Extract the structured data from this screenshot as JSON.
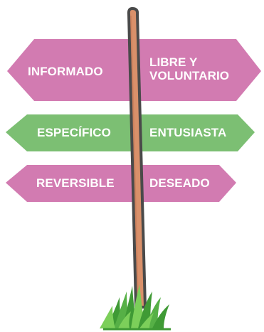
{
  "signs": [
    {
      "name": "sign-top",
      "color": "#d27bb1",
      "left_text": "INFORMADO",
      "right_lines": [
        "LIBRE Y",
        "VOLUNTARIO"
      ]
    },
    {
      "name": "sign-middle",
      "color": "#7cbf73",
      "left_text": "ESPECÍFICO",
      "right_text": "ENTUSIASTA"
    },
    {
      "name": "sign-bottom",
      "color": "#d27bb1",
      "left_text": "REVERSIBLE",
      "right_text": "DESEADO"
    }
  ],
  "post": {
    "fill": "#d9906a",
    "outline": "#4a4a4a"
  },
  "grass": {
    "color_dark": "#3f9a35",
    "color_light": "#7ccf5a"
  }
}
